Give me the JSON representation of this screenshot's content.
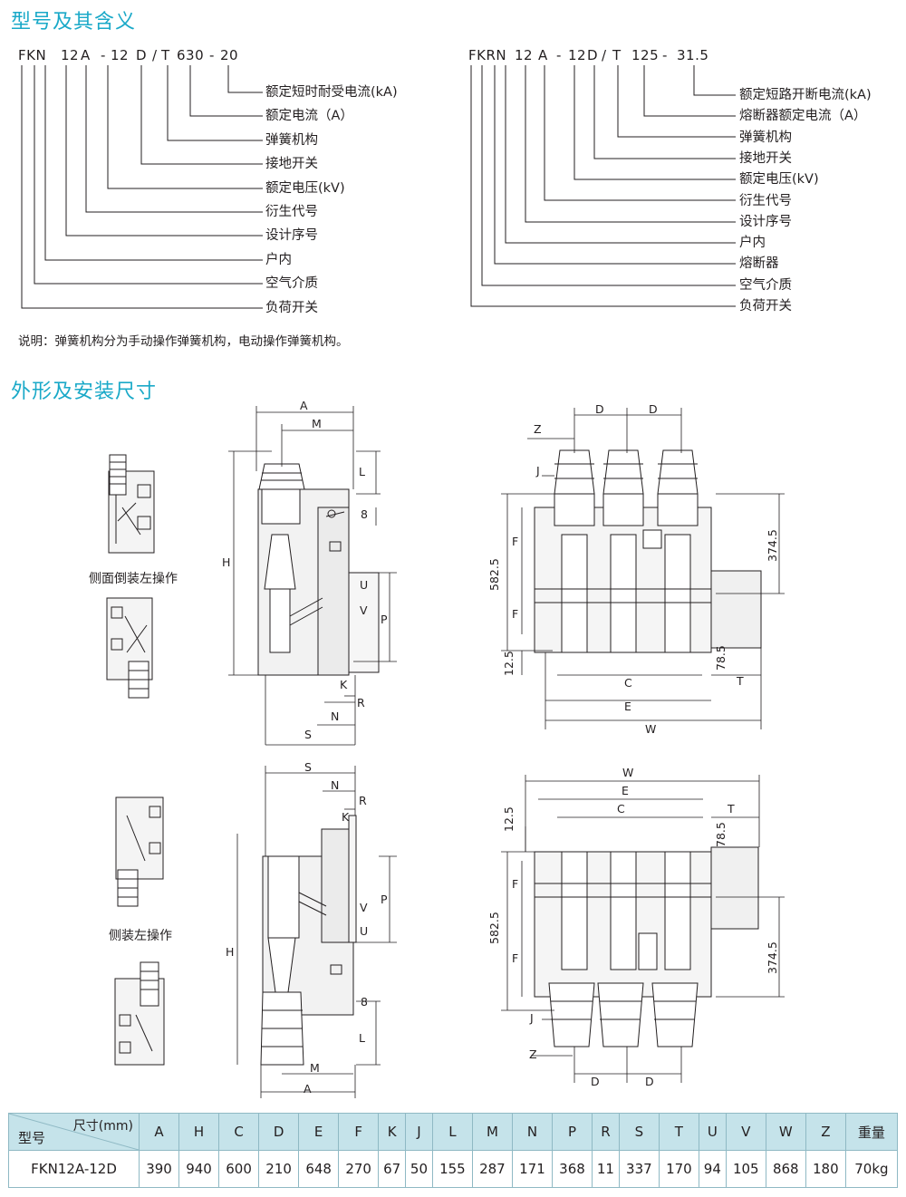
{
  "section1": {
    "title": "型号及其含义",
    "left_code": [
      "FKN",
      "12",
      "A",
      "-",
      "12",
      "D",
      "/",
      "T",
      "630",
      "-",
      "20"
    ],
    "left_labels": [
      "额定短时耐受电流(kA)",
      "额定电流（A）",
      "弹簧机构",
      "接地开关",
      "额定电压(kV)",
      "衍生代号",
      "设计序号",
      "户内",
      "空气介质",
      "负荷开关"
    ],
    "right_code": [
      "FKRN",
      "12",
      "A",
      "-",
      "12",
      "D",
      "/",
      "T",
      "125",
      "-",
      "31.5"
    ],
    "right_labels": [
      "额定短路开断电流(kA)",
      "熔断器额定电流（A）",
      "弹簧机构",
      "接地开关",
      "额定电压(kV)",
      "衍生代号",
      "设计序号",
      "户内",
      "熔断器",
      "空气介质",
      "负荷开关"
    ],
    "note": "说明：弹簧机构分为手动操作弹簧机构，电动操作弹簧机构。"
  },
  "section2": {
    "title": "外形及安装尺寸",
    "view1_label": "侧面倒装左操作",
    "view2_label": "侧装左操作",
    "dims": {
      "A": "A",
      "M": "M",
      "L": "L",
      "eight": "8",
      "H": "H",
      "U": "U",
      "V": "V",
      "P": "P",
      "K": "K",
      "R": "R",
      "N": "N",
      "S": "S",
      "D": "D",
      "Z": "Z",
      "J": "J",
      "F": "F",
      "d5825": "582.5",
      "d3745": "374.5",
      "d125": "12.5",
      "d785": "78.5",
      "C": "C",
      "E": "E",
      "W": "W",
      "T": "T",
      "t_small": "T"
    }
  },
  "table": {
    "corner_top": "尺寸(mm)",
    "corner_bottom": "型号",
    "headers": [
      "A",
      "H",
      "C",
      "D",
      "E",
      "F",
      "K",
      "J",
      "L",
      "M",
      "N",
      "P",
      "R",
      "S",
      "T",
      "U",
      "V",
      "W",
      "Z",
      "重量"
    ],
    "row": {
      "model": "FKN12A-12D",
      "values": [
        "390",
        "940",
        "600",
        "210",
        "648",
        "270",
        "67",
        "50",
        "155",
        "287",
        "171",
        "368",
        "11",
        "337",
        "170",
        "94",
        "105",
        "868",
        "180",
        "70kg"
      ]
    }
  },
  "colors": {
    "heading": "#1aa9c8",
    "table_header": "#c5e3ea",
    "line": "#231f20"
  }
}
